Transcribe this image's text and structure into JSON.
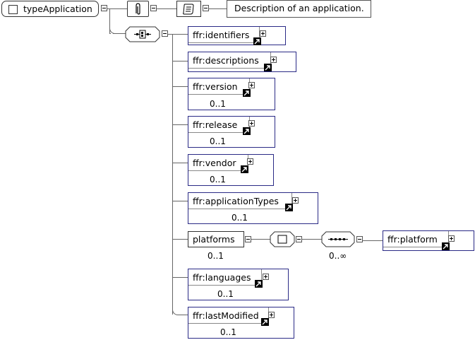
{
  "root": {
    "label": "typeApplication"
  },
  "annotation": {
    "text": "Description of an application."
  },
  "elements": [
    {
      "label": "ffr:identifiers",
      "card": ""
    },
    {
      "label": "ffr:descriptions",
      "card": ""
    },
    {
      "label": "ffr:version",
      "card": "0..1"
    },
    {
      "label": "ffr:release",
      "card": "0..1"
    },
    {
      "label": "ffr:vendor",
      "card": "0..1"
    },
    {
      "label": "ffr:applicationTypes",
      "card": "0..1"
    },
    {
      "label": "platforms",
      "card": "0..1"
    },
    {
      "label": "ffr:languages",
      "card": "0..1"
    },
    {
      "label": "ffr:lastModified",
      "card": "0..1"
    }
  ],
  "platform_seq": {
    "card": "0..∞"
  },
  "platform_elem": {
    "label": "ffr:platform"
  },
  "icons": [
    "attribute-icon",
    "documentation-icon",
    "sequence-icon",
    "choice-icon",
    "reference-arrow-icon",
    "expand-icon",
    "collapse-icon"
  ]
}
